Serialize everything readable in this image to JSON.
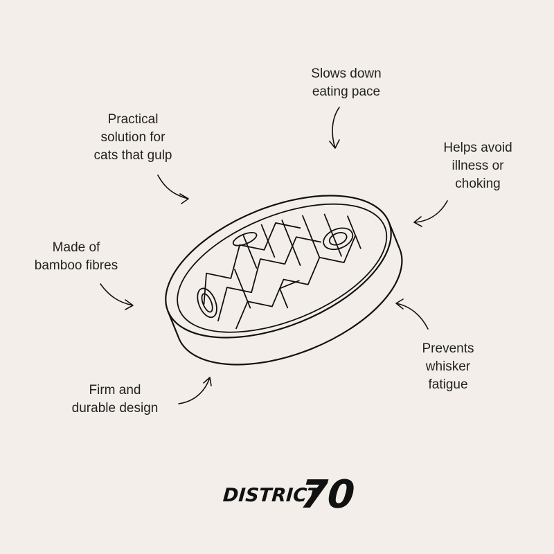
{
  "features": [
    {
      "id": "slows",
      "lines": [
        "Slows down",
        "eating pace"
      ]
    },
    {
      "id": "practical",
      "lines": [
        "Practical",
        "solution for",
        "cats that gulp"
      ]
    },
    {
      "id": "helps",
      "lines": [
        "Helps avoid",
        "illness or",
        "choking"
      ]
    },
    {
      "id": "bamboo",
      "lines": [
        "Made of",
        "bamboo fibres"
      ]
    },
    {
      "id": "prevents",
      "lines": [
        "Prevents",
        "whisker",
        "fatigue"
      ]
    },
    {
      "id": "firm",
      "lines": [
        "Firm and",
        "durable design"
      ]
    }
  ],
  "logo": {
    "text": "DISTRICT",
    "number": "70"
  },
  "colors": {
    "background": "#f3eee9",
    "ink": "#222222"
  }
}
